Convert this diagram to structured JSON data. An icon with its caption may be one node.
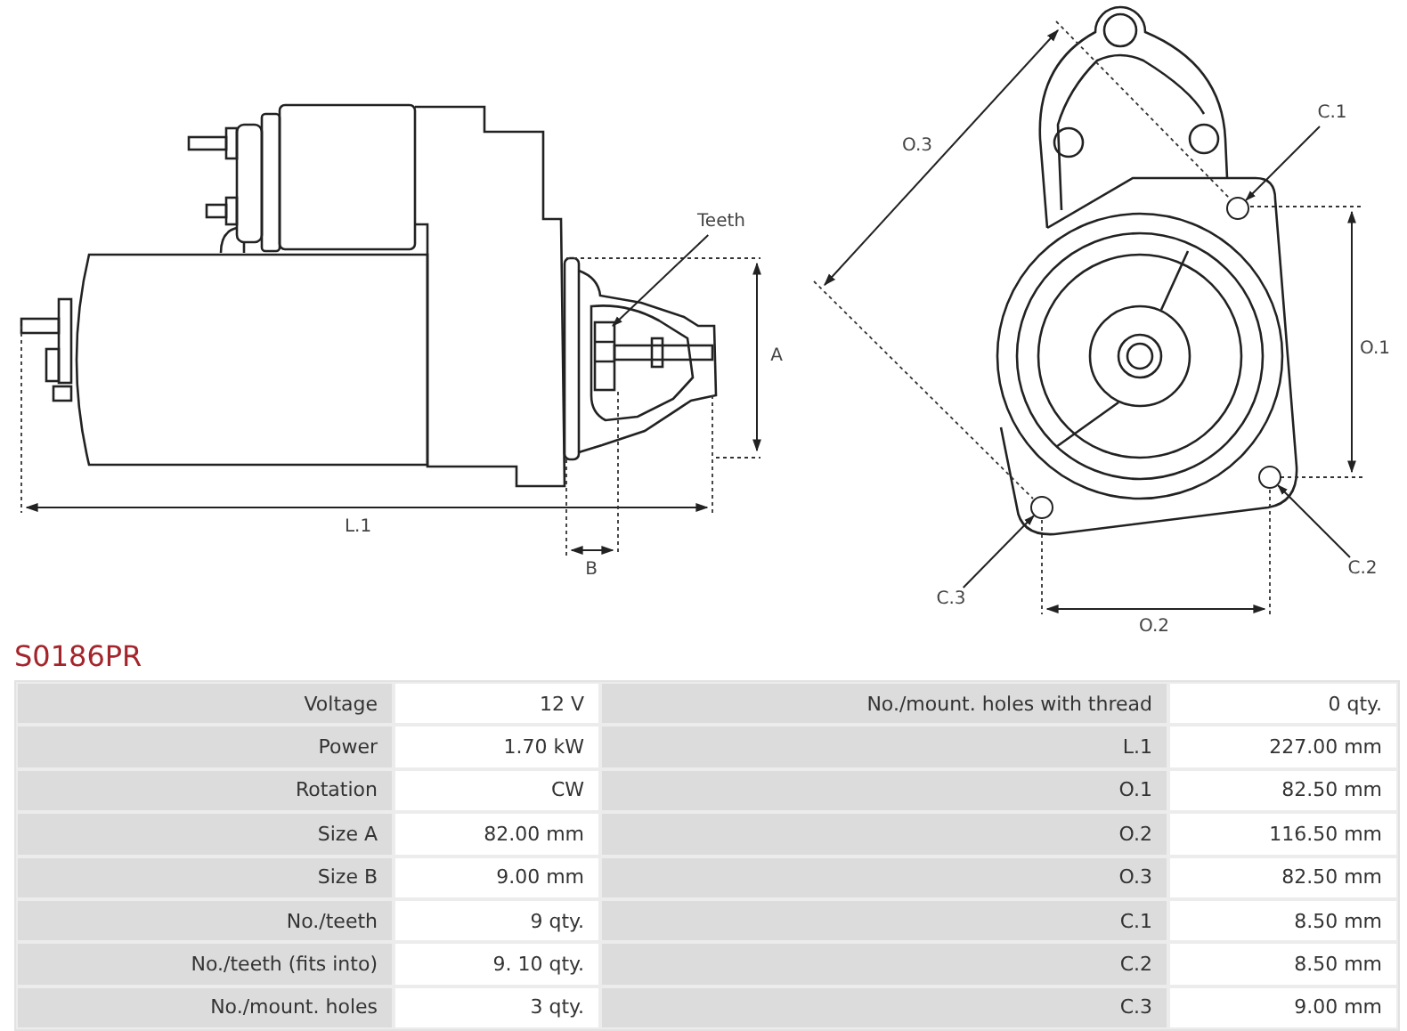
{
  "diagram": {
    "title": "S0186PR",
    "nodes": [
      {
        "text": [
          "Teeth"
        ]
      },
      {
        "text": [
          "C.1"
        ]
      },
      {
        "text": [
          "C.2"
        ]
      },
      {
        "text": [
          "C.3"
        ]
      },
      {
        "text": [],
        "shape": "circle"
      },
      {
        "text": [],
        "shape": "circle"
      },
      {
        "text": [],
        "shape": "circle"
      }
    ],
    "edges": [
      {
        "from": 0,
        "to": null,
        "arrow": "to"
      },
      {
        "from": 1,
        "to": 5,
        "arrow": "to"
      },
      {
        "from": 2,
        "to": 6,
        "arrow": "to"
      },
      {
        "from": 3,
        "to": 4,
        "arrow": "to"
      }
    ],
    "labels": [
      "O.3",
      "A",
      "L.1",
      "B",
      "O.1",
      "O.2",
      "Voltage",
      "12 V",
      "No./mount. holes with thread",
      "0 qty.",
      "Power",
      "1.70 kW",
      "L.1",
      "227.00 mm",
      "Rotation",
      "CW",
      "O.1",
      "82.50 mm",
      "Size A",
      "82.00 mm",
      "O.2",
      "116.50 mm",
      "Size B",
      "9.00 mm",
      "O.3",
      "82.50 mm",
      "No./teeth",
      "9 qty.",
      "C.1",
      "8.50 mm",
      "No./teeth (fits into)",
      "9. 10 qty.",
      "C.2",
      "8.50 mm",
      "No./mount. holes",
      "3 qty.",
      "C.3",
      "9.00 mm"
    ]
  }
}
